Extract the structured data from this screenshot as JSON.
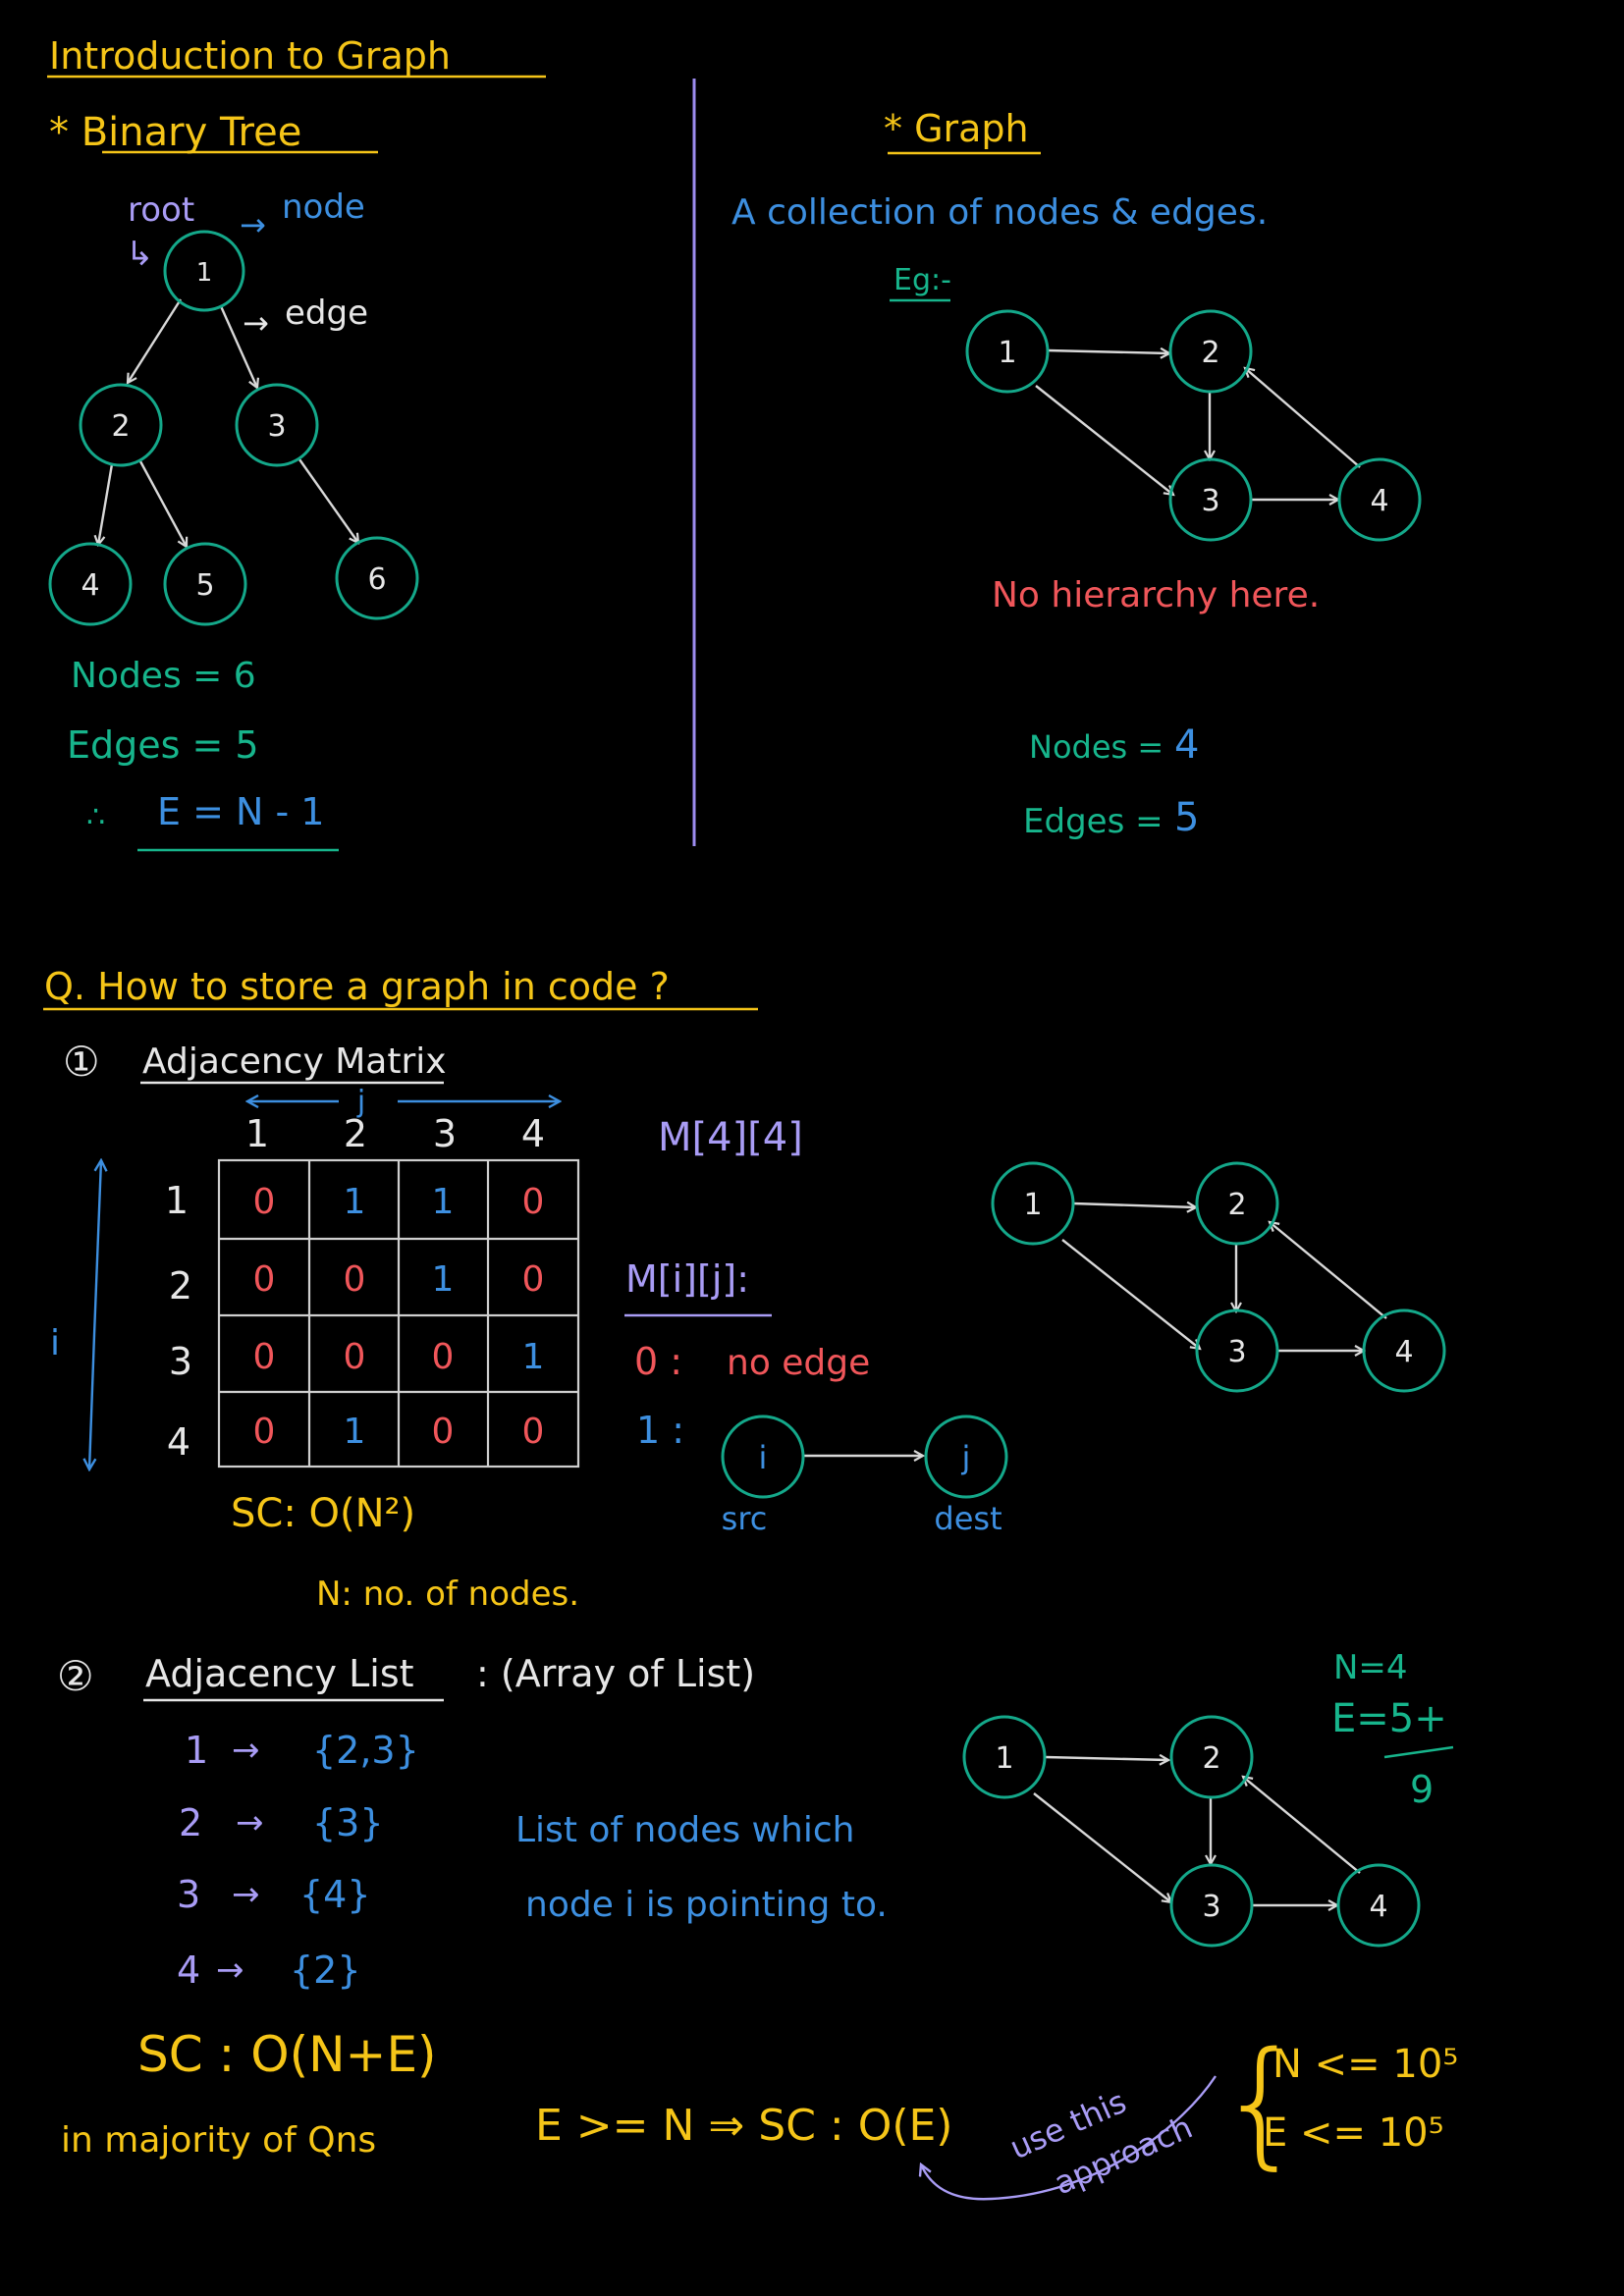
{
  "colors": {
    "yellow": "#f5c518",
    "blue": "#3d8fe0",
    "green": "#17b58c",
    "teal": "#14a88a",
    "red": "#f0565a",
    "lavender": "#a99cf5",
    "white": "#e6e6e6",
    "divider": "#9d8cf0"
  },
  "title": "Introduction to Graph",
  "binary_tree": {
    "heading": "* Binary Tree",
    "label_root": "root",
    "label_node": "node",
    "label_edge": "edge",
    "root_arrow": "↳",
    "node_arrow": "→",
    "edge_arrow": "→",
    "nodes": [
      "1",
      "2",
      "3",
      "4",
      "5",
      "6"
    ],
    "nodes_count": "Nodes = 6",
    "edges_count": "Edges = 5",
    "therefore": "∴",
    "formula": "E = N - 1"
  },
  "graph": {
    "heading": "* Graph",
    "definition": "A collection of nodes & edges.",
    "eg_label": "Eg:-",
    "nodes": [
      "1",
      "2",
      "3",
      "4"
    ],
    "no_hierarchy": "No hierarchy here.",
    "nodes_count_label": "Nodes =",
    "nodes_count_value": "4",
    "edges_count_label": "Edges =",
    "edges_count_value": "5"
  },
  "question": "Q. How to store a graph in code ?",
  "adjacency_matrix": {
    "number": "①",
    "heading": "Adjacency Matrix",
    "j_label": "j",
    "i_label": "i",
    "col_headers": [
      "1",
      "2",
      "3",
      "4"
    ],
    "row_headers": [
      "1",
      "2",
      "3",
      "4"
    ],
    "cells": [
      [
        "0",
        "1",
        "1",
        "0"
      ],
      [
        "0",
        "0",
        "1",
        "0"
      ],
      [
        "0",
        "0",
        "0",
        "1"
      ],
      [
        "0",
        "1",
        "0",
        "0"
      ]
    ],
    "matrix_decl": "M[4][4]",
    "mij_label": "M[i][j]:",
    "zero_meaning_key": "0 :",
    "zero_meaning_text": "no edge",
    "one_meaning_key": "1 :",
    "node_i": "i",
    "node_j": "j",
    "src_label": "src",
    "dest_label": "dest",
    "space_complexity": "SC: O(N²)",
    "n_meaning": "N: no. of nodes.",
    "example_nodes": [
      "1",
      "2",
      "3",
      "4"
    ]
  },
  "adjacency_list": {
    "number": "②",
    "heading": "Adjacency List",
    "subtitle": ": (Array of List)",
    "rows": [
      {
        "node": "1",
        "arrow": "→",
        "list": "{2,3}"
      },
      {
        "node": "2",
        "arrow": "→",
        "list": "{3}"
      },
      {
        "node": "3",
        "arrow": "→",
        "list": "{4}"
      },
      {
        "node": "4",
        "arrow": "→",
        "list": "{2}"
      }
    ],
    "explanation_1": "List of nodes which",
    "explanation_2": "node i is pointing to.",
    "calc_n": "N=4",
    "calc_e": "E=5+",
    "calc_total": "9",
    "example_nodes": [
      "1",
      "2",
      "3",
      "4"
    ],
    "space_complexity": "SC : O(N+E)",
    "majority_note": "in majority of Qns",
    "implication": "E >= N ⇒ SC : O(E)",
    "use_this_1": "use this",
    "use_this_2": "approach",
    "constraint_n": "N <= 10⁵",
    "constraint_e": "E <= 10⁵",
    "brace": "{"
  }
}
